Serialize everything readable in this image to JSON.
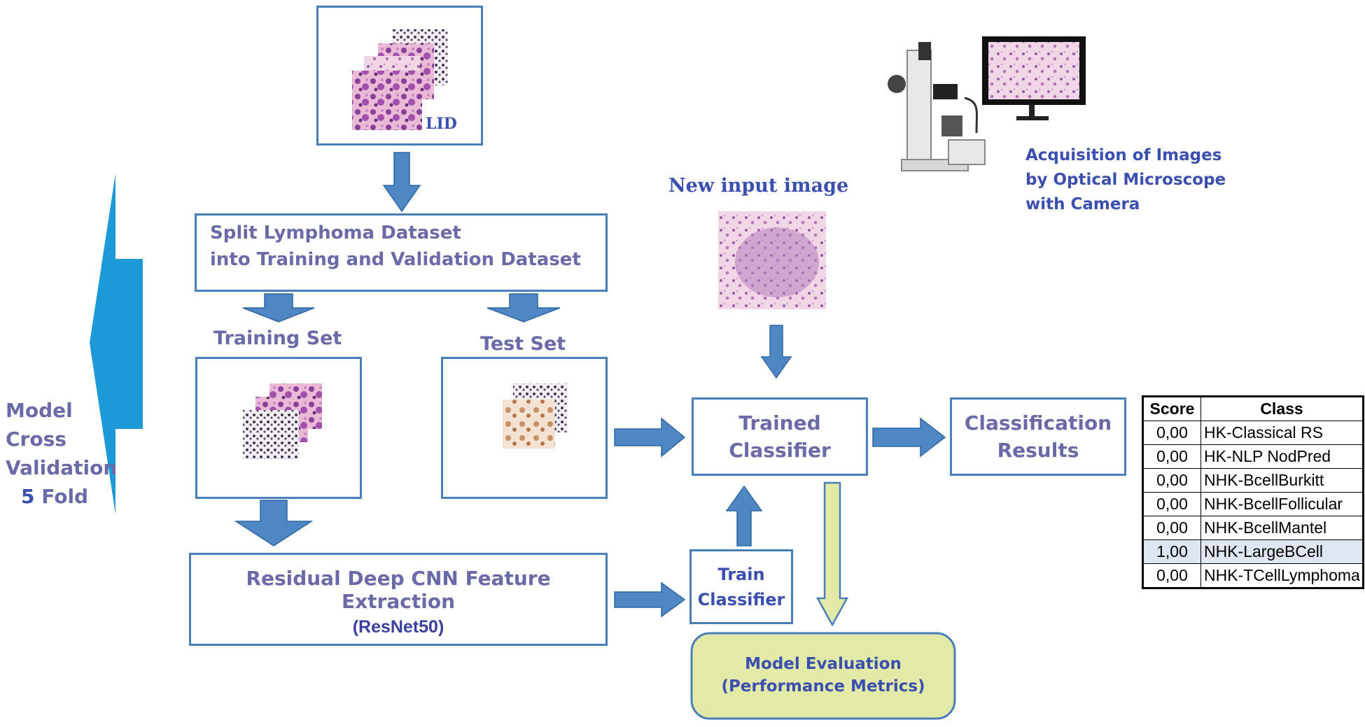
{
  "dataset": {
    "label": "LID"
  },
  "split": {
    "line1": "Split Lymphoma Dataset",
    "line2": "into Training and Validation Dataset"
  },
  "training_set": {
    "label": "Training Set"
  },
  "test_set": {
    "label": "Test Set"
  },
  "cross_validation": {
    "line1": "Model",
    "line2": "Cross",
    "line3": "Validation",
    "fold_number": "5",
    "fold_word": "Fold"
  },
  "feature_extraction": {
    "line1": "Residual Deep CNN Feature Extraction",
    "line2": "(ResNet50)"
  },
  "train_classifier": {
    "line1": "Train",
    "line2": "Classifier"
  },
  "trained_classifier": {
    "line1": "Trained",
    "line2": "Classifier"
  },
  "classification_results": {
    "line1": "Classification",
    "line2": "Results"
  },
  "new_input": {
    "label": "New input image"
  },
  "acquisition": {
    "line1": "Acquisition of Images",
    "line2": "by Optical Microscope",
    "line3": "with Camera"
  },
  "model_evaluation": {
    "line1": "Model Evaluation",
    "line2": "(Performance Metrics)"
  },
  "results_table": {
    "headers": [
      "Score",
      "Class"
    ],
    "rows": [
      {
        "score": "0,00",
        "class": "HK-Classical RS"
      },
      {
        "score": "0,00",
        "class": "HK-NLP NodPred"
      },
      {
        "score": "0,00",
        "class": "NHK-BcellBurkitt"
      },
      {
        "score": "0,00",
        "class": "NHK-BcellFollicular"
      },
      {
        "score": "0,00",
        "class": "NHK-BcellMantel"
      },
      {
        "score": "1,00",
        "class": "NHK-LargeBCell"
      },
      {
        "score": "0,00",
        "class": "NHK-TCellLymphoma"
      }
    ]
  },
  "colors": {
    "arrow_blue": "#4f86c4",
    "box_border": "#4a7eb8",
    "cv_triangle": "#1c9ad8",
    "eval_fill": "#e3e9a6",
    "highlight_row": "#dde6f2"
  }
}
